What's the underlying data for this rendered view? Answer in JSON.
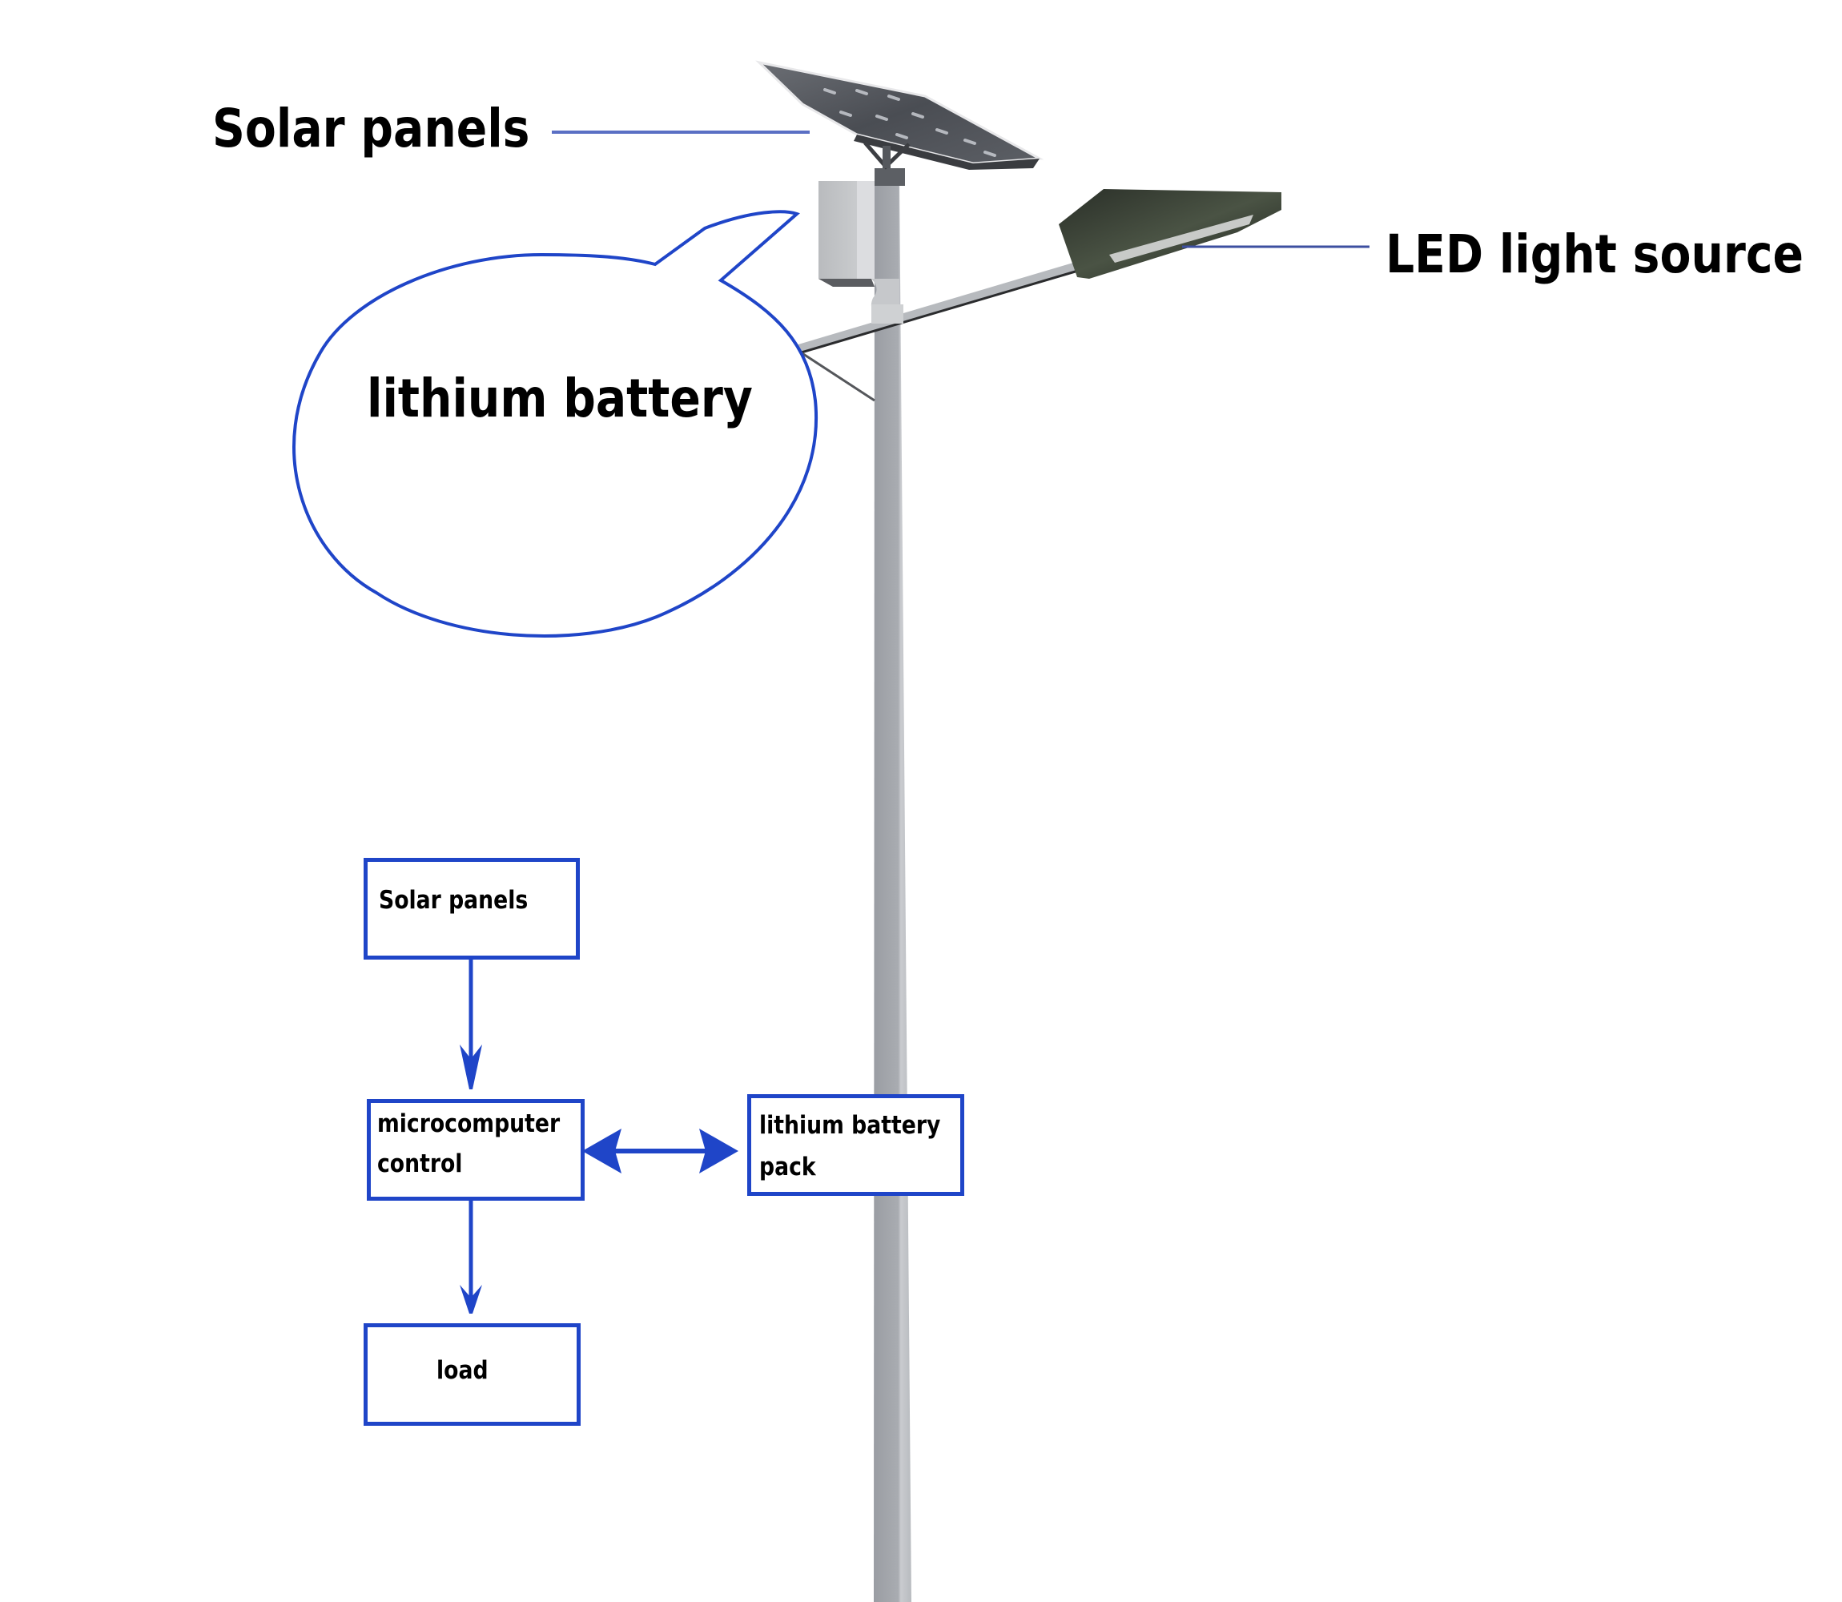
{
  "diagram": {
    "title_labels": {
      "solar_panels": "Solar panels",
      "led_light_source": "LED light source",
      "lithium_battery": "lithium battery"
    },
    "flowchart": {
      "nodes": {
        "solar_panels": "Solar panels",
        "microcomputer_control_line1": "microcomputer",
        "microcomputer_control_line2": "control",
        "battery_pack_line1": "lithium battery",
        "battery_pack_line2": "pack",
        "load": "load"
      },
      "edges": [
        {
          "from": "Solar panels",
          "to": "microcomputer control",
          "direction": "one-way"
        },
        {
          "from": "microcomputer control",
          "to": "lithium battery pack",
          "direction": "two-way"
        },
        {
          "from": "microcomputer control",
          "to": "load",
          "direction": "one-way"
        }
      ]
    },
    "colors": {
      "accent_blue": "#1f45c8",
      "callout_line": "#5a6fc4",
      "pole_gray": "#a9acb1",
      "text": "#000000"
    }
  }
}
